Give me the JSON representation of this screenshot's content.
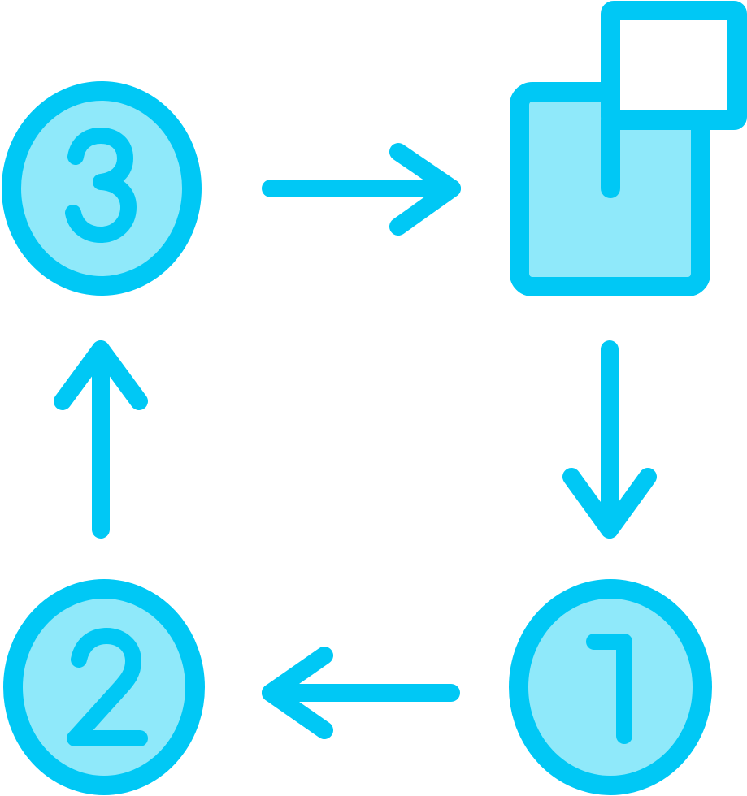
{
  "icon": {
    "name": "cycle-steps-icon",
    "colors": {
      "stroke": "#00C8F5",
      "fill": "#8FE9FA",
      "background": "#FFFFFF"
    },
    "steps": [
      {
        "id": "step-3",
        "label": "3"
      },
      {
        "id": "step-2",
        "label": "2"
      },
      {
        "id": "step-1",
        "label": "1"
      }
    ],
    "arrows": [
      {
        "id": "arrow-right",
        "direction": "right"
      },
      {
        "id": "arrow-down",
        "direction": "down"
      },
      {
        "id": "arrow-left",
        "direction": "left"
      },
      {
        "id": "arrow-up",
        "direction": "up"
      }
    ]
  }
}
